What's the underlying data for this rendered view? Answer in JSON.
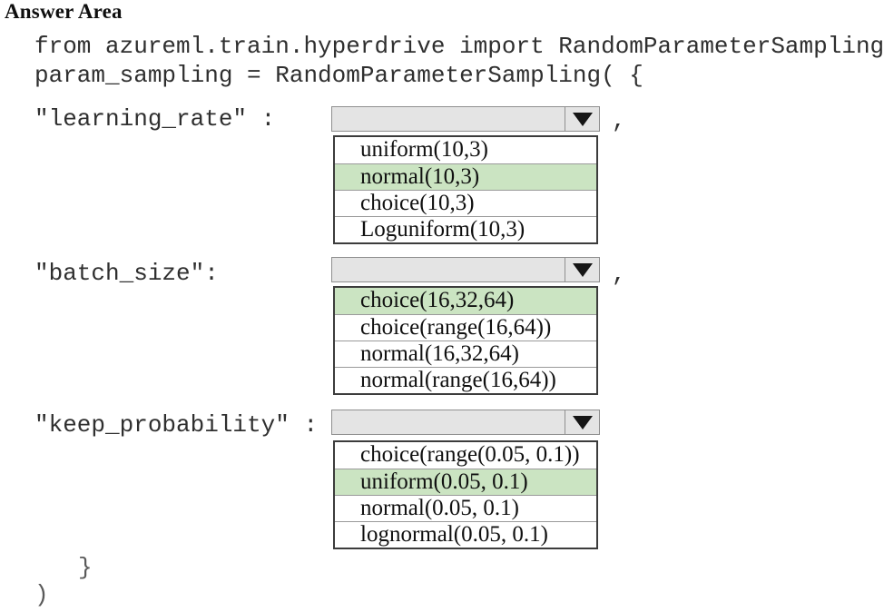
{
  "title": "Answer Area",
  "code": {
    "line1": "from azureml.train.hyperdrive import RandomParameterSampling",
    "line2": "param_sampling = RandomParameterSampling( {",
    "closing_brace": "}",
    "closing_paren": ")"
  },
  "colors": {
    "highlight": "#cbe4c2",
    "dropdown-fill": "#e4e4e4",
    "dropdown-border": "#8f8f8f",
    "list-border": "#3c3c3c",
    "arrow": "#151515"
  },
  "groups": [
    {
      "param": "learning_rate",
      "label": "\"learning_rate\" :",
      "trailing": ",",
      "selected_value": "",
      "options": [
        {
          "text": "uniform(10,3)",
          "selected": false
        },
        {
          "text": "normal(10,3)",
          "selected": true
        },
        {
          "text": "choice(10,3)",
          "selected": false
        },
        {
          "text": "Loguniform(10,3)",
          "selected": false
        }
      ]
    },
    {
      "param": "batch_size",
      "label": "\"batch_size\":",
      "trailing": ",",
      "selected_value": "",
      "options": [
        {
          "text": "choice(16,32,64)",
          "selected": true
        },
        {
          "text": "choice(range(16,64))",
          "selected": false
        },
        {
          "text": "normal(16,32,64)",
          "selected": false
        },
        {
          "text": "normal(range(16,64))",
          "selected": false
        }
      ]
    },
    {
      "param": "keep_probability",
      "label": "\"keep_probability\" :",
      "trailing": "",
      "selected_value": "",
      "options": [
        {
          "text": "choice(range(0.05, 0.1))",
          "selected": false
        },
        {
          "text": "uniform(0.05, 0.1)",
          "selected": true
        },
        {
          "text": "normal(0.05, 0.1)",
          "selected": false
        },
        {
          "text": "lognormal(0.05, 0.1)",
          "selected": false
        }
      ]
    }
  ]
}
